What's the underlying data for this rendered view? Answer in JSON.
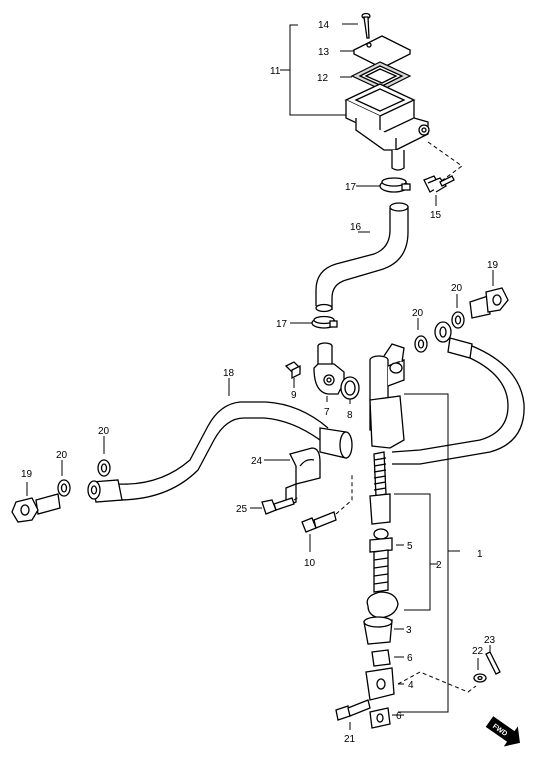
{
  "callouts": {
    "c1": "1",
    "c2": "2",
    "c3": "3",
    "c4": "4",
    "c5": "5",
    "c6a": "6",
    "c6b": "6",
    "c7": "7",
    "c8": "8",
    "c9": "9",
    "c10": "10",
    "c11": "11",
    "c12": "12",
    "c13": "13",
    "c14": "14",
    "c15": "15",
    "c16": "16",
    "c17a": "17",
    "c17b": "17",
    "c18": "18",
    "c19a": "19",
    "c19b": "19",
    "c20a": "20",
    "c20b": "20",
    "c20c": "20",
    "c20d": "20",
    "c21": "21",
    "c22": "22",
    "c23": "23",
    "c24": "24",
    "c25": "25"
  },
  "fwd_badge": "FWD"
}
